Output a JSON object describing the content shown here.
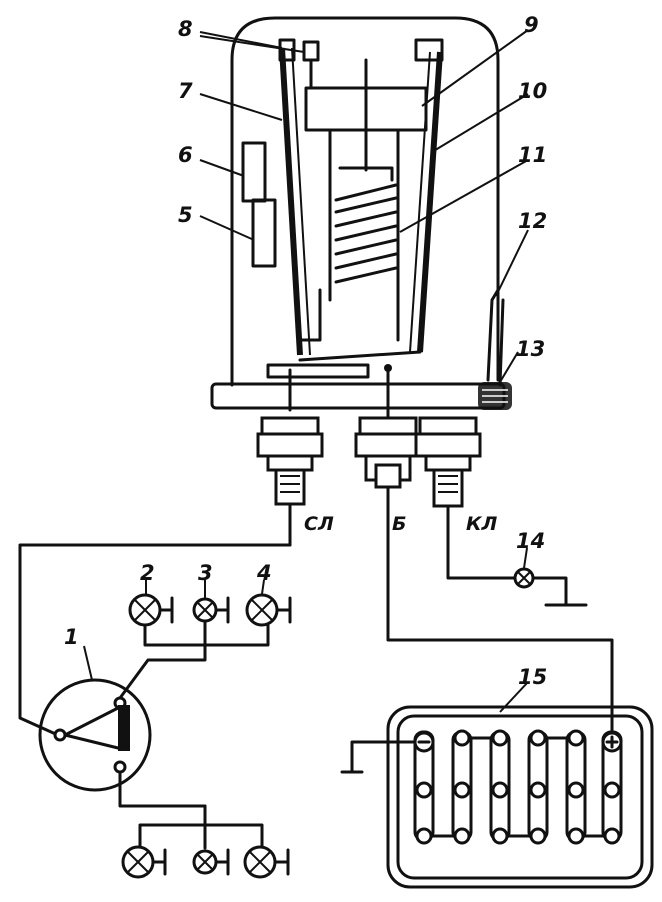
{
  "callouts": {
    "n1": "1",
    "n2": "2",
    "n3": "3",
    "n4": "4",
    "n5": "5",
    "n6": "6",
    "n7": "7",
    "n8": "8",
    "n9": "9",
    "n10": "10",
    "n11": "11",
    "n12": "12",
    "n13": "13",
    "n14": "14",
    "n15": "15"
  },
  "terminals": {
    "left": "СЛ",
    "middle": "Б",
    "right": "КЛ"
  },
  "colors": {
    "ink": "#111111",
    "paper": "#ffffff"
  }
}
